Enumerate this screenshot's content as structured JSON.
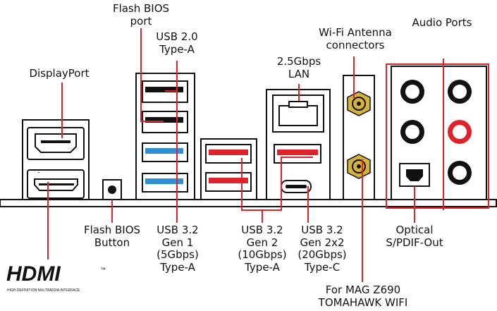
{
  "labels": {
    "flash_bios_port": [
      "Flash BIOS",
      "port"
    ],
    "usb20": [
      "USB 2.0",
      "Type-A"
    ],
    "wifi": [
      "Wi-Fi Antenna",
      "connectors"
    ],
    "audio": [
      "Audio Ports"
    ],
    "displayport": [
      "DisplayPort"
    ],
    "lan": [
      "2.5Gbps",
      "LAN"
    ],
    "flash_bios_button": [
      "Flash BIOS",
      "Button"
    ],
    "usb32g1": [
      "USB 3.2",
      "Gen 1",
      "(5Gbps)",
      "Type-A"
    ],
    "usb32g2": [
      "USB 3.2",
      "Gen 2",
      "(10Gbps)",
      "Type-A"
    ],
    "usb32g2x2": [
      "USB 3.2",
      "Gen 2x2",
      "(20Gbps)",
      "Type-C"
    ],
    "optical": [
      "Optical",
      "S/PDIF-Out"
    ],
    "model": [
      "For MAG Z690",
      "TOMAHAWK WIFI"
    ]
  },
  "hdmi_logo": {
    "wordmark": "HDMI",
    "trademark": "™",
    "tagline": "HIGH DEFINITION MULTIMEDIA INTERFACE"
  },
  "colors": {
    "callout": "#e0222b",
    "usb3_gen1": "#2e8fd6",
    "usb3_gen2": "#e0222b",
    "antenna_gold": "#d4b33c",
    "outline": "#111111"
  }
}
